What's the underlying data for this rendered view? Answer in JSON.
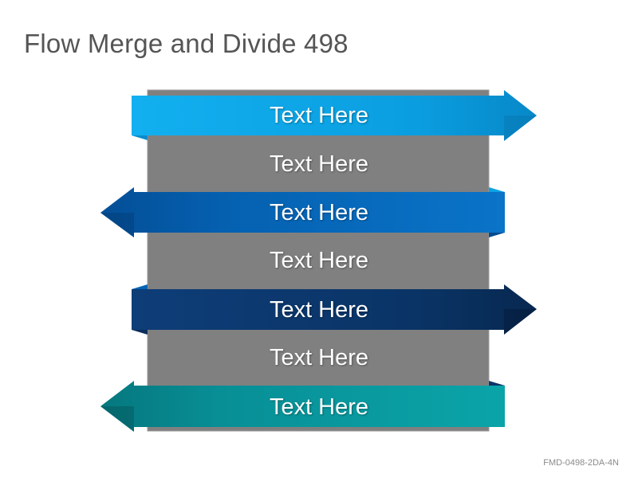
{
  "title": "Flow Merge and Divide 498",
  "footer_code": "FMD-0498-2DA-4N",
  "bands": [
    {
      "label": "Text Here",
      "kind": "arrow",
      "direction": "right",
      "color": "#0aa3e6"
    },
    {
      "label": "Text Here",
      "kind": "box",
      "color": "#808080"
    },
    {
      "label": "Text Here",
      "kind": "arrow",
      "direction": "left",
      "color": "#0565b6"
    },
    {
      "label": "Text Here",
      "kind": "box",
      "color": "#808080"
    },
    {
      "label": "Text Here",
      "kind": "arrow",
      "direction": "right",
      "color": "#0b3568"
    },
    {
      "label": "Text Here",
      "kind": "box",
      "color": "#808080"
    },
    {
      "label": "Text Here",
      "kind": "arrow",
      "direction": "left",
      "color": "#0a9aa0"
    }
  ]
}
